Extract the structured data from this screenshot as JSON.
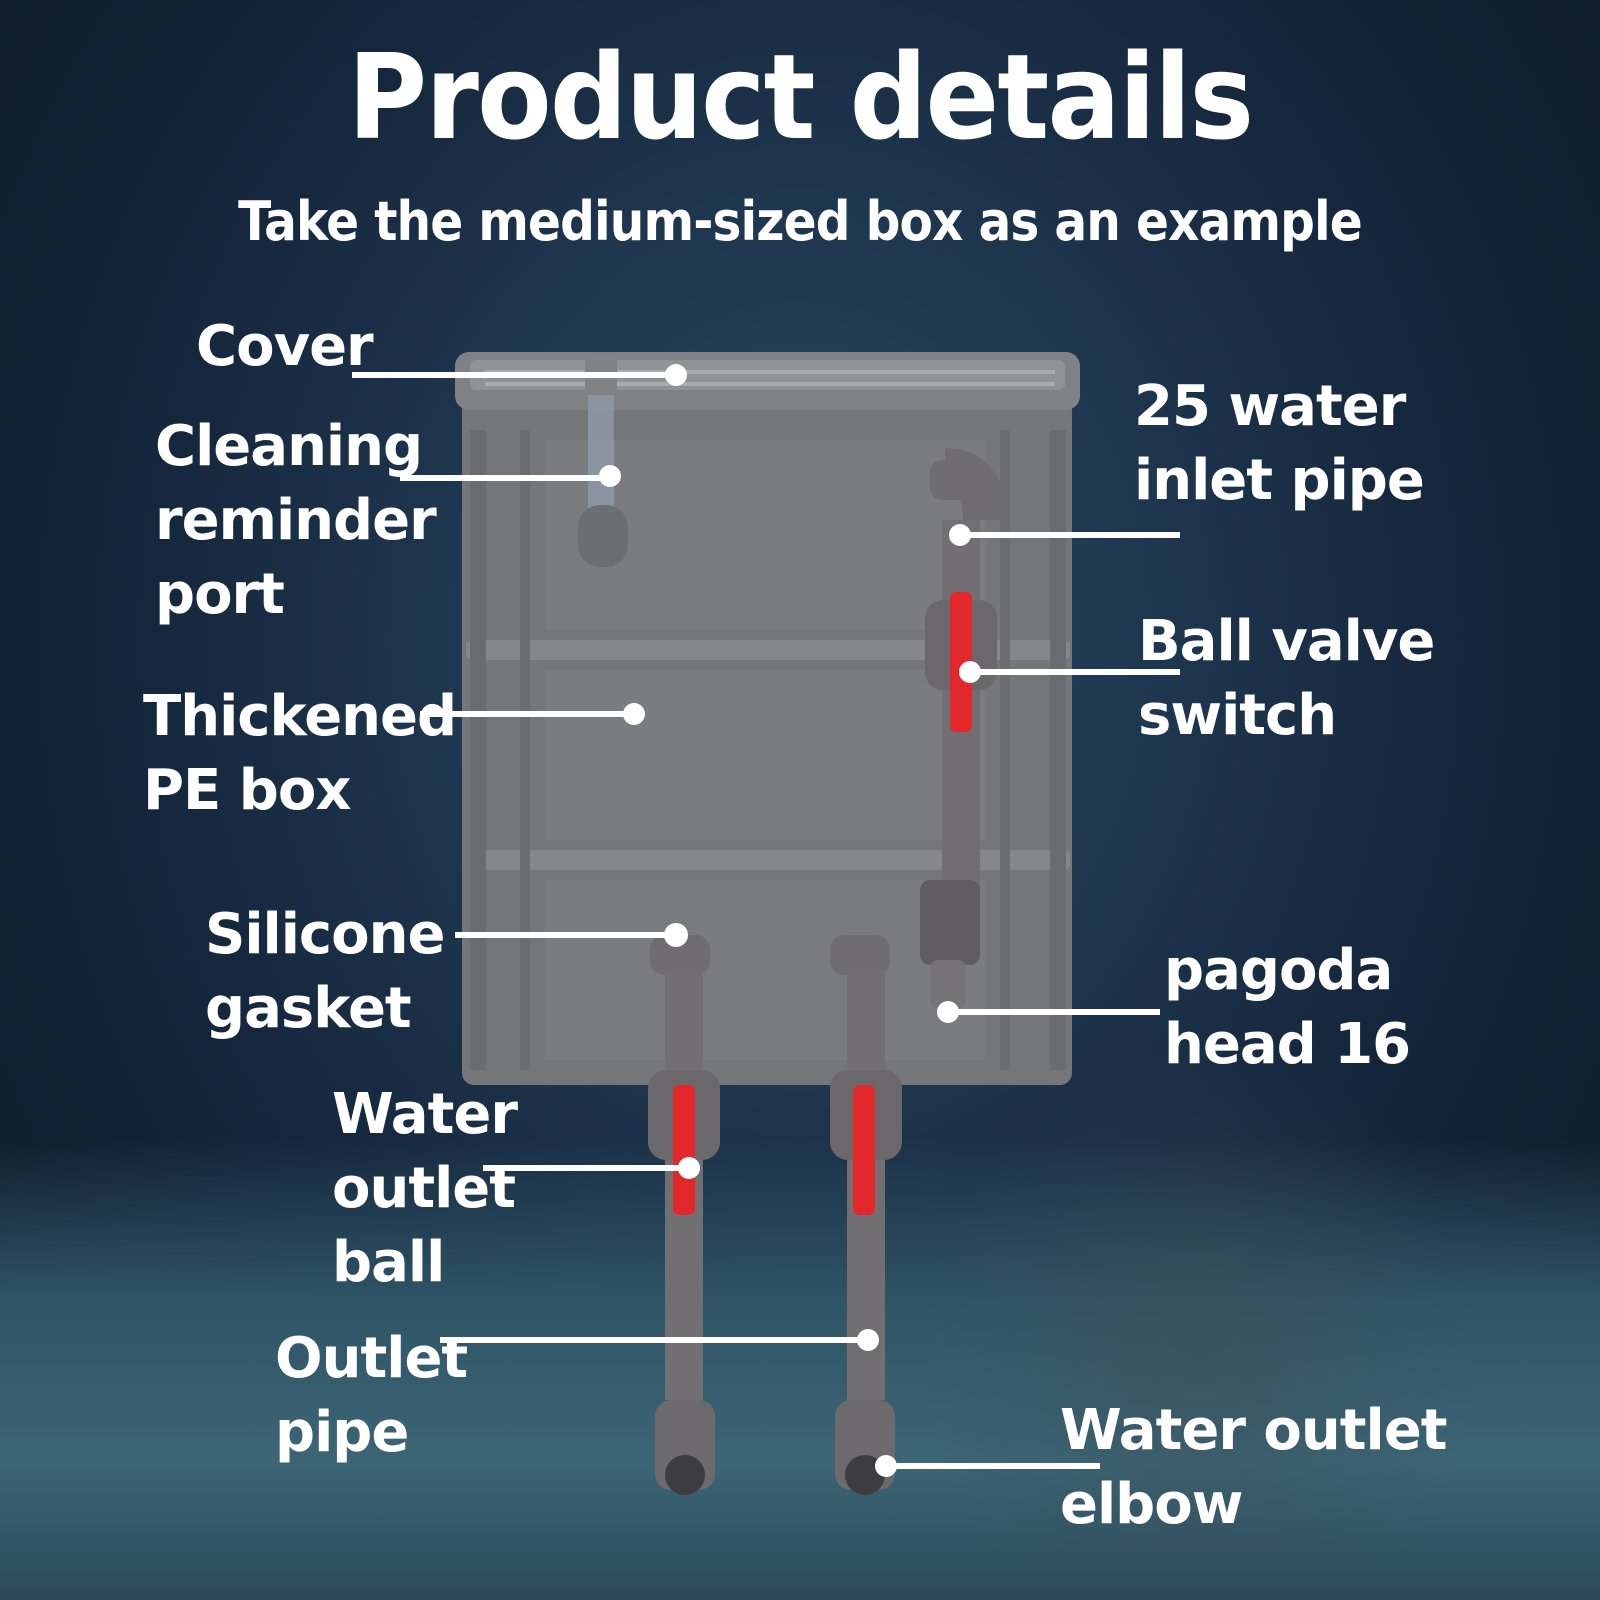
{
  "title": "Product details",
  "subtitle": "Take the medium-sized box as an example",
  "labels": {
    "cover": "Cover",
    "cleaning_port": "Cleaning\nreminder\nport",
    "pe_box": "Thickened\nPE box",
    "gasket": "Silicone\ngasket",
    "outlet_ball": "Water\noutlet\nball",
    "outlet_pipe": "Outlet\npipe",
    "inlet_pipe": "25 water\ninlet pipe",
    "ball_valve": "Ball valve\nswitch",
    "pagoda": "pagoda\nhead 16",
    "outlet_elbow": "Water outlet\nelbow"
  },
  "colors": {
    "box": "#747679",
    "pipe": "#6f6d6f",
    "valve_handle": "#e3282c",
    "label": "#ffffff"
  }
}
